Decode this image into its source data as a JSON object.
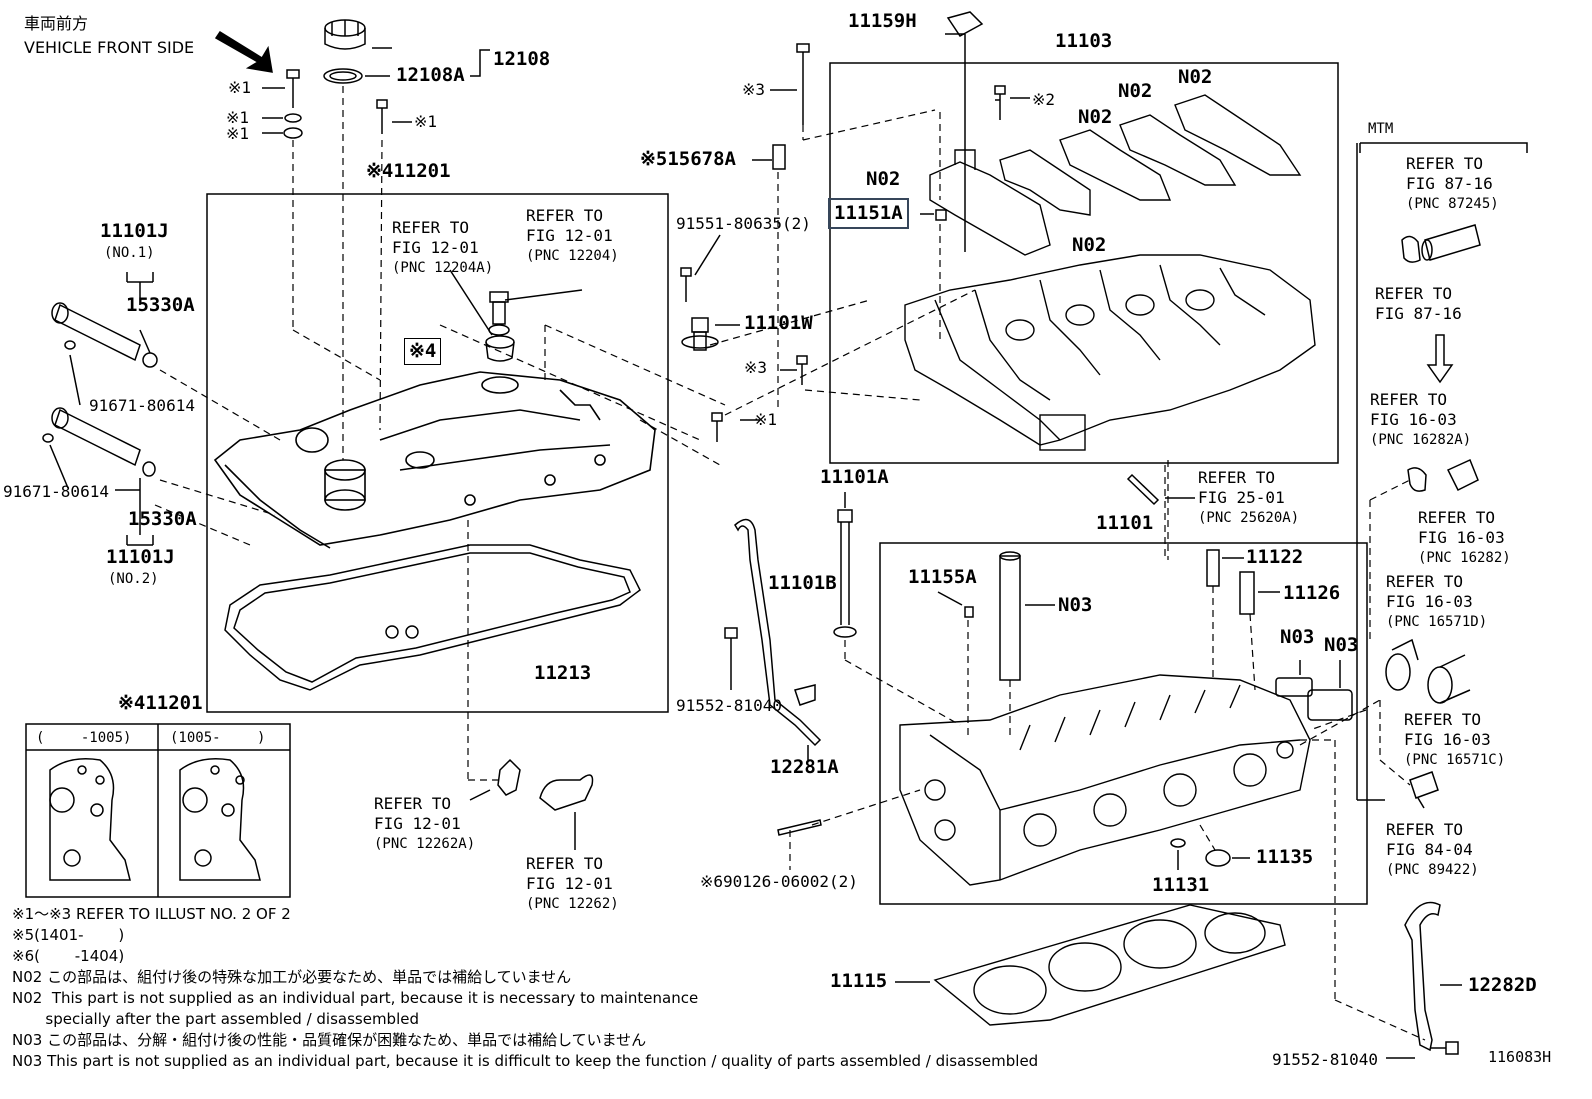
{
  "header": {
    "jp_front": "車両前方",
    "front": "VEHICLE FRONT SIDE"
  },
  "parts": {
    "p11159H": "11159H",
    "p11103": "11103",
    "p12108": "12108",
    "p12108A": "12108A",
    "m1a": "※1",
    "m1b": "※1",
    "m1c": "※1",
    "m1d": "※1",
    "m1e": "※1",
    "m2": "※2",
    "m3a": "※3",
    "m3b": "※3",
    "p15678A": "※515678A",
    "p11201": "※411201",
    "p11151A": "11151A",
    "n02a": "N02",
    "n02b": "N02",
    "n02c": "N02",
    "n02d": "N02",
    "n02e": "N02",
    "p11101J1": "11101J",
    "no1": "(NO.1)",
    "p15330A1": "15330A",
    "p91551": "91551-80635(2)",
    "p11101W": "11101W",
    "m4box": "※4",
    "p91671a": "91671-80614",
    "p91671b": "91671-80614",
    "p15330A2": "15330A",
    "p11101J2": "11101J",
    "no2": "(NO.2)",
    "p11101A": "11101A",
    "p11101": "11101",
    "p11155A": "11155A",
    "n03a": "N03",
    "p11122": "11122",
    "p11126": "11126",
    "n03b": "N03",
    "n03c": "N03",
    "p11101B": "11101B",
    "p11213": "11213",
    "p91552a": "91552-81040",
    "p12281A": "12281A",
    "p11201b": "※411201",
    "p90126": "※690126-06002(2)",
    "p11135": "11135",
    "p11131": "11131",
    "p11115": "11115",
    "p12282D": "12282D",
    "p91552b": "91552-81040",
    "figno": "116083H",
    "mtm": "MTM"
  },
  "refs": {
    "r1": [
      "REFER TO",
      "FIG 12-01",
      "(PNC 12204A)"
    ],
    "r2": [
      "REFER TO",
      "FIG 12-01",
      "(PNC 12204)"
    ],
    "r3": [
      "REFER TO",
      "FIG 87-16",
      "(PNC 87245)"
    ],
    "r4": [
      "REFER TO",
      "FIG 87-16"
    ],
    "r5": [
      "REFER TO",
      "FIG 16-03",
      "(PNC 16282A)"
    ],
    "r6": [
      "REFER TO",
      "FIG 25-01",
      "(PNC 25620A)"
    ],
    "r7": [
      "REFER TO",
      "FIG 16-03",
      "(PNC 16282)"
    ],
    "r8": [
      "REFER TO",
      "FIG 16-03",
      "(PNC 16571D)"
    ],
    "r9": [
      "REFER TO",
      "FIG 16-03",
      "(PNC 16571C)"
    ],
    "r10": [
      "REFER TO",
      "FIG 12-01",
      "(PNC 12262A)"
    ],
    "r11": [
      "REFER TO",
      "FIG 12-01",
      "(PNC 12262)"
    ],
    "r12": [
      "REFER TO",
      "FIG 84-04",
      "(PNC 89422)"
    ]
  },
  "inset": {
    "col1": "(　　 -1005)",
    "col2": "(1005-　　 )"
  },
  "notes": [
    "※1～※3  REFER TO ILLUST NO. 2 OF 2",
    "※5(1401-　　 )",
    "※6(　　 -1404)",
    "N02  この部品は、組付け後の特殊な加工が必要なため、単品では補給していません",
    "N02  This part is not supplied as an individual part, because it is necessary to maintenance",
    "       specially after the part assembled / disassembled",
    "N03  この部品は、分解・組付け後の性能・品質確保が困難なため、単品では補給していません",
    "N03  This part is not supplied as an individual part, because it is difficult to keep the function / quality of parts  assembled / disassembled"
  ],
  "colors": {
    "line": "#000000",
    "highlight": "#36465a"
  }
}
